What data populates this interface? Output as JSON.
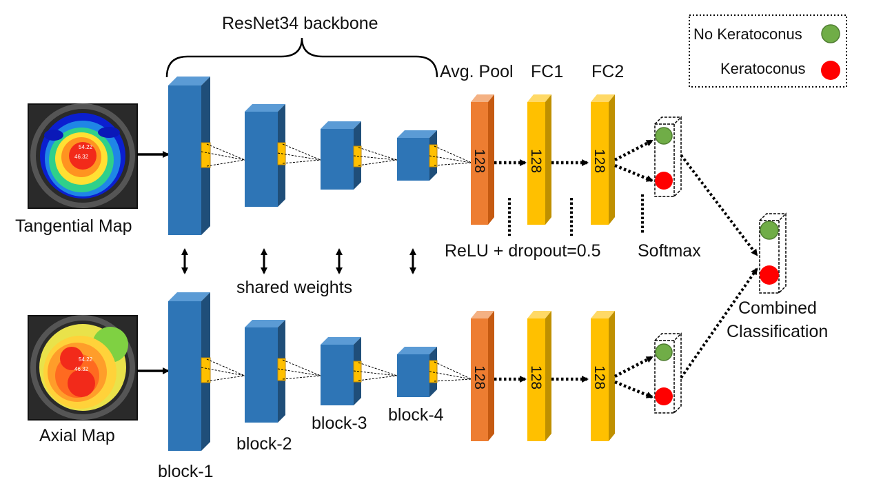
{
  "backbone_label": "ResNet34 backbone",
  "shared_label": "shared weights",
  "blocks": [
    "block-1",
    "block-2",
    "block-3",
    "block-4"
  ],
  "layers": {
    "avg_pool": "Avg. Pool",
    "fc1": "FC1",
    "fc2": "FC2",
    "units": "128"
  },
  "inputs": {
    "top": "Tangential Map",
    "bottom": "Axial Map",
    "map_values": [
      "54.22",
      "46.32"
    ]
  },
  "activations": {
    "relu_dropout": "ReLU + dropout=0.5",
    "softmax": "Softmax"
  },
  "combined": [
    "Combined",
    "Classification"
  ],
  "legend": {
    "no_keratoconus": "No Keratoconus",
    "keratoconus": "Keratoconus"
  },
  "colors": {
    "block_blue": "#2e75b6",
    "pool_orange": "#ed7d31",
    "fc_yellow": "#ffc000",
    "kernel_yellow": "#ffc000",
    "class_green": "#70ad47",
    "class_red": "#ff0000"
  }
}
